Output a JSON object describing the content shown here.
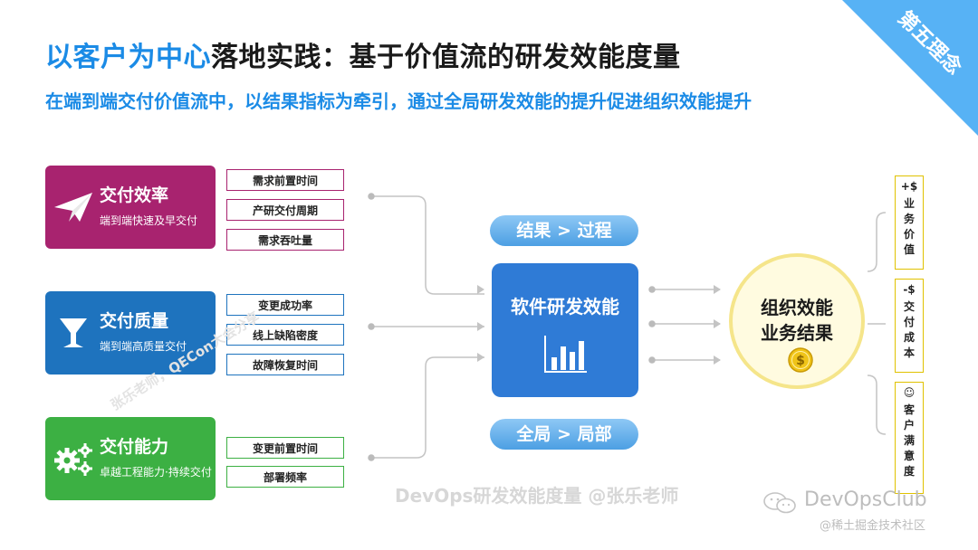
{
  "title": {
    "highlight": "以客户为中心",
    "rest": "落地实践：基于价值流的研发效能度量"
  },
  "subtitle": "在端到端交付价值流中，以结果指标为牵引，通过全局研发效能的提升促进组织效能提升",
  "corner_label": "第五理念",
  "categories": [
    {
      "name": "交付效率",
      "desc": "端到端快速及早交付",
      "icon": "paper-plane-icon",
      "color": "#a8236f",
      "metrics": [
        "需求前置时间",
        "产研交付周期",
        "需求吞吐量"
      ]
    },
    {
      "name": "交付质量",
      "desc": "端到端高质量交付",
      "icon": "goblet-icon",
      "color": "#1e73be",
      "metrics": [
        "变更成功率",
        "线上缺陷密度",
        "故障恢复时间"
      ]
    },
    {
      "name": "交付能力",
      "desc": "卓越工程能力·持续交付",
      "icon": "gears-icon",
      "color": "#3cb043",
      "metrics": [
        "变更前置时间",
        "部署频率"
      ]
    }
  ],
  "pills": {
    "top": "结果 > 过程",
    "bottom": "全局 > 局部"
  },
  "center": {
    "title": "软件研发效能",
    "icon": "bar-chart-icon"
  },
  "outcome": {
    "line1": "组织效能",
    "line2": "业务结果",
    "icon": "dollar-coin-icon",
    "accent": "#f5e58a"
  },
  "value_boxes": [
    {
      "symbol": "+$",
      "text": "业务价值"
    },
    {
      "symbol": "-$",
      "text": "交付成本"
    },
    {
      "symbol": "☺",
      "text": "客户满意度"
    }
  ],
  "watermarks": {
    "main": "DevOps研发效能度量 @张乐老师",
    "diagonal": "张乐老师，QECon大会分享",
    "brand": "DevOpsClub",
    "brand_sub": "@稀土掘金技术社区"
  },
  "colors": {
    "accent_blue": "#1b8be6",
    "center_blue": "#2f7bd6",
    "corner": "#57b2f5"
  }
}
